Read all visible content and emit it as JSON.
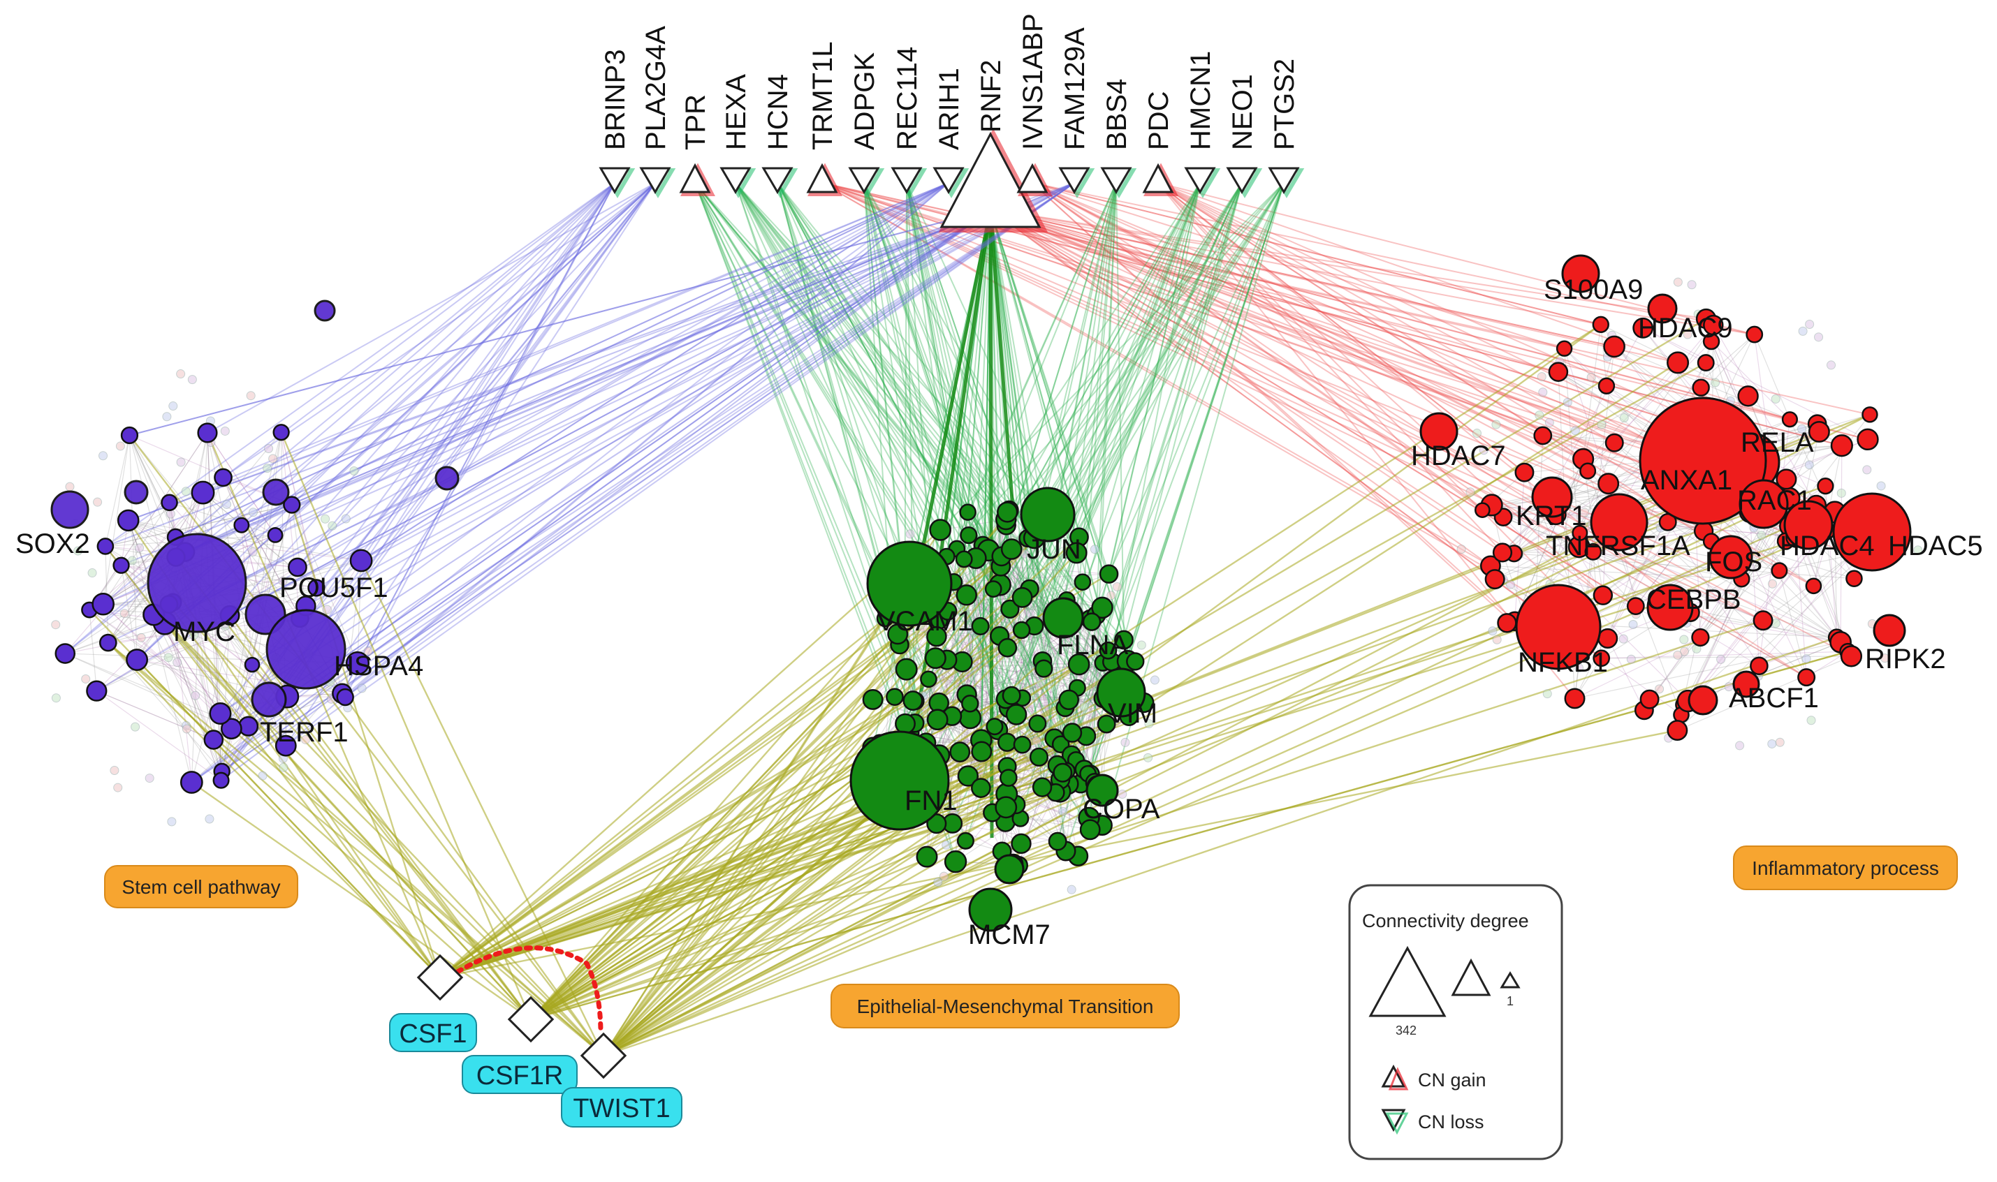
{
  "top_genes": [
    {
      "name": "BRINP3",
      "type": "loss"
    },
    {
      "name": "PLA2G4A",
      "type": "loss"
    },
    {
      "name": "TPR",
      "type": "gain"
    },
    {
      "name": "HEXA",
      "type": "loss"
    },
    {
      "name": "HCN4",
      "type": "loss"
    },
    {
      "name": "TRMT1L",
      "type": "gain"
    },
    {
      "name": "ADPGK",
      "type": "loss"
    },
    {
      "name": "REC114",
      "type": "loss"
    },
    {
      "name": "ARIH1",
      "type": "loss"
    },
    {
      "name": "RNF2",
      "type": "gain"
    },
    {
      "name": "IVNS1ABP",
      "type": "gain"
    },
    {
      "name": "FAM129A",
      "type": "loss"
    },
    {
      "name": "BBS4",
      "type": "loss"
    },
    {
      "name": "PDC",
      "type": "gain"
    },
    {
      "name": "HMCN1",
      "type": "loss"
    },
    {
      "name": "NEO1",
      "type": "loss"
    },
    {
      "name": "PTGS2",
      "type": "loss"
    }
  ],
  "clusters": {
    "stem": {
      "label": "Stem cell pathway",
      "color": "#5a2fd0",
      "edge_color": "#6a6ae0",
      "genes": [
        "SOX2",
        "MYC",
        "POU5F1",
        "HSPA4",
        "TERF1"
      ]
    },
    "emt": {
      "label": "Epithelial-Mesenchymal Transition",
      "color": "#138a13",
      "edge_color": "#2fb050",
      "genes": [
        "JUN",
        "VCAM1",
        "FLNA",
        "VIM",
        "FN1",
        "COPA",
        "MCM7"
      ]
    },
    "inflam": {
      "label": "Inflammatory process",
      "color": "#ee1c1c",
      "edge_color": "#ee5555",
      "genes": [
        "S100A9",
        "HDAC9",
        "HDAC7",
        "RELA",
        "ANXA1",
        "RAC1",
        "KRT1",
        "TNFRSF1A",
        "FOS",
        "HDAC4",
        "HDAC5",
        "CEBPB",
        "NFKB1",
        "RIPK2",
        "ABCF1"
      ]
    }
  },
  "regulators": [
    "CSF1",
    "CSF1R",
    "TWIST1"
  ],
  "regulator_color": "#39e0ee",
  "regulator_edge_color": "#a8a820",
  "legend": {
    "title": "Connectivity degree",
    "max_label": "342",
    "min_label": "1",
    "gain_label": "CN gain",
    "loss_label": "CN loss",
    "gain_color": "#e8202a",
    "loss_color": "#22c070"
  },
  "tag_color": "#f7a530"
}
